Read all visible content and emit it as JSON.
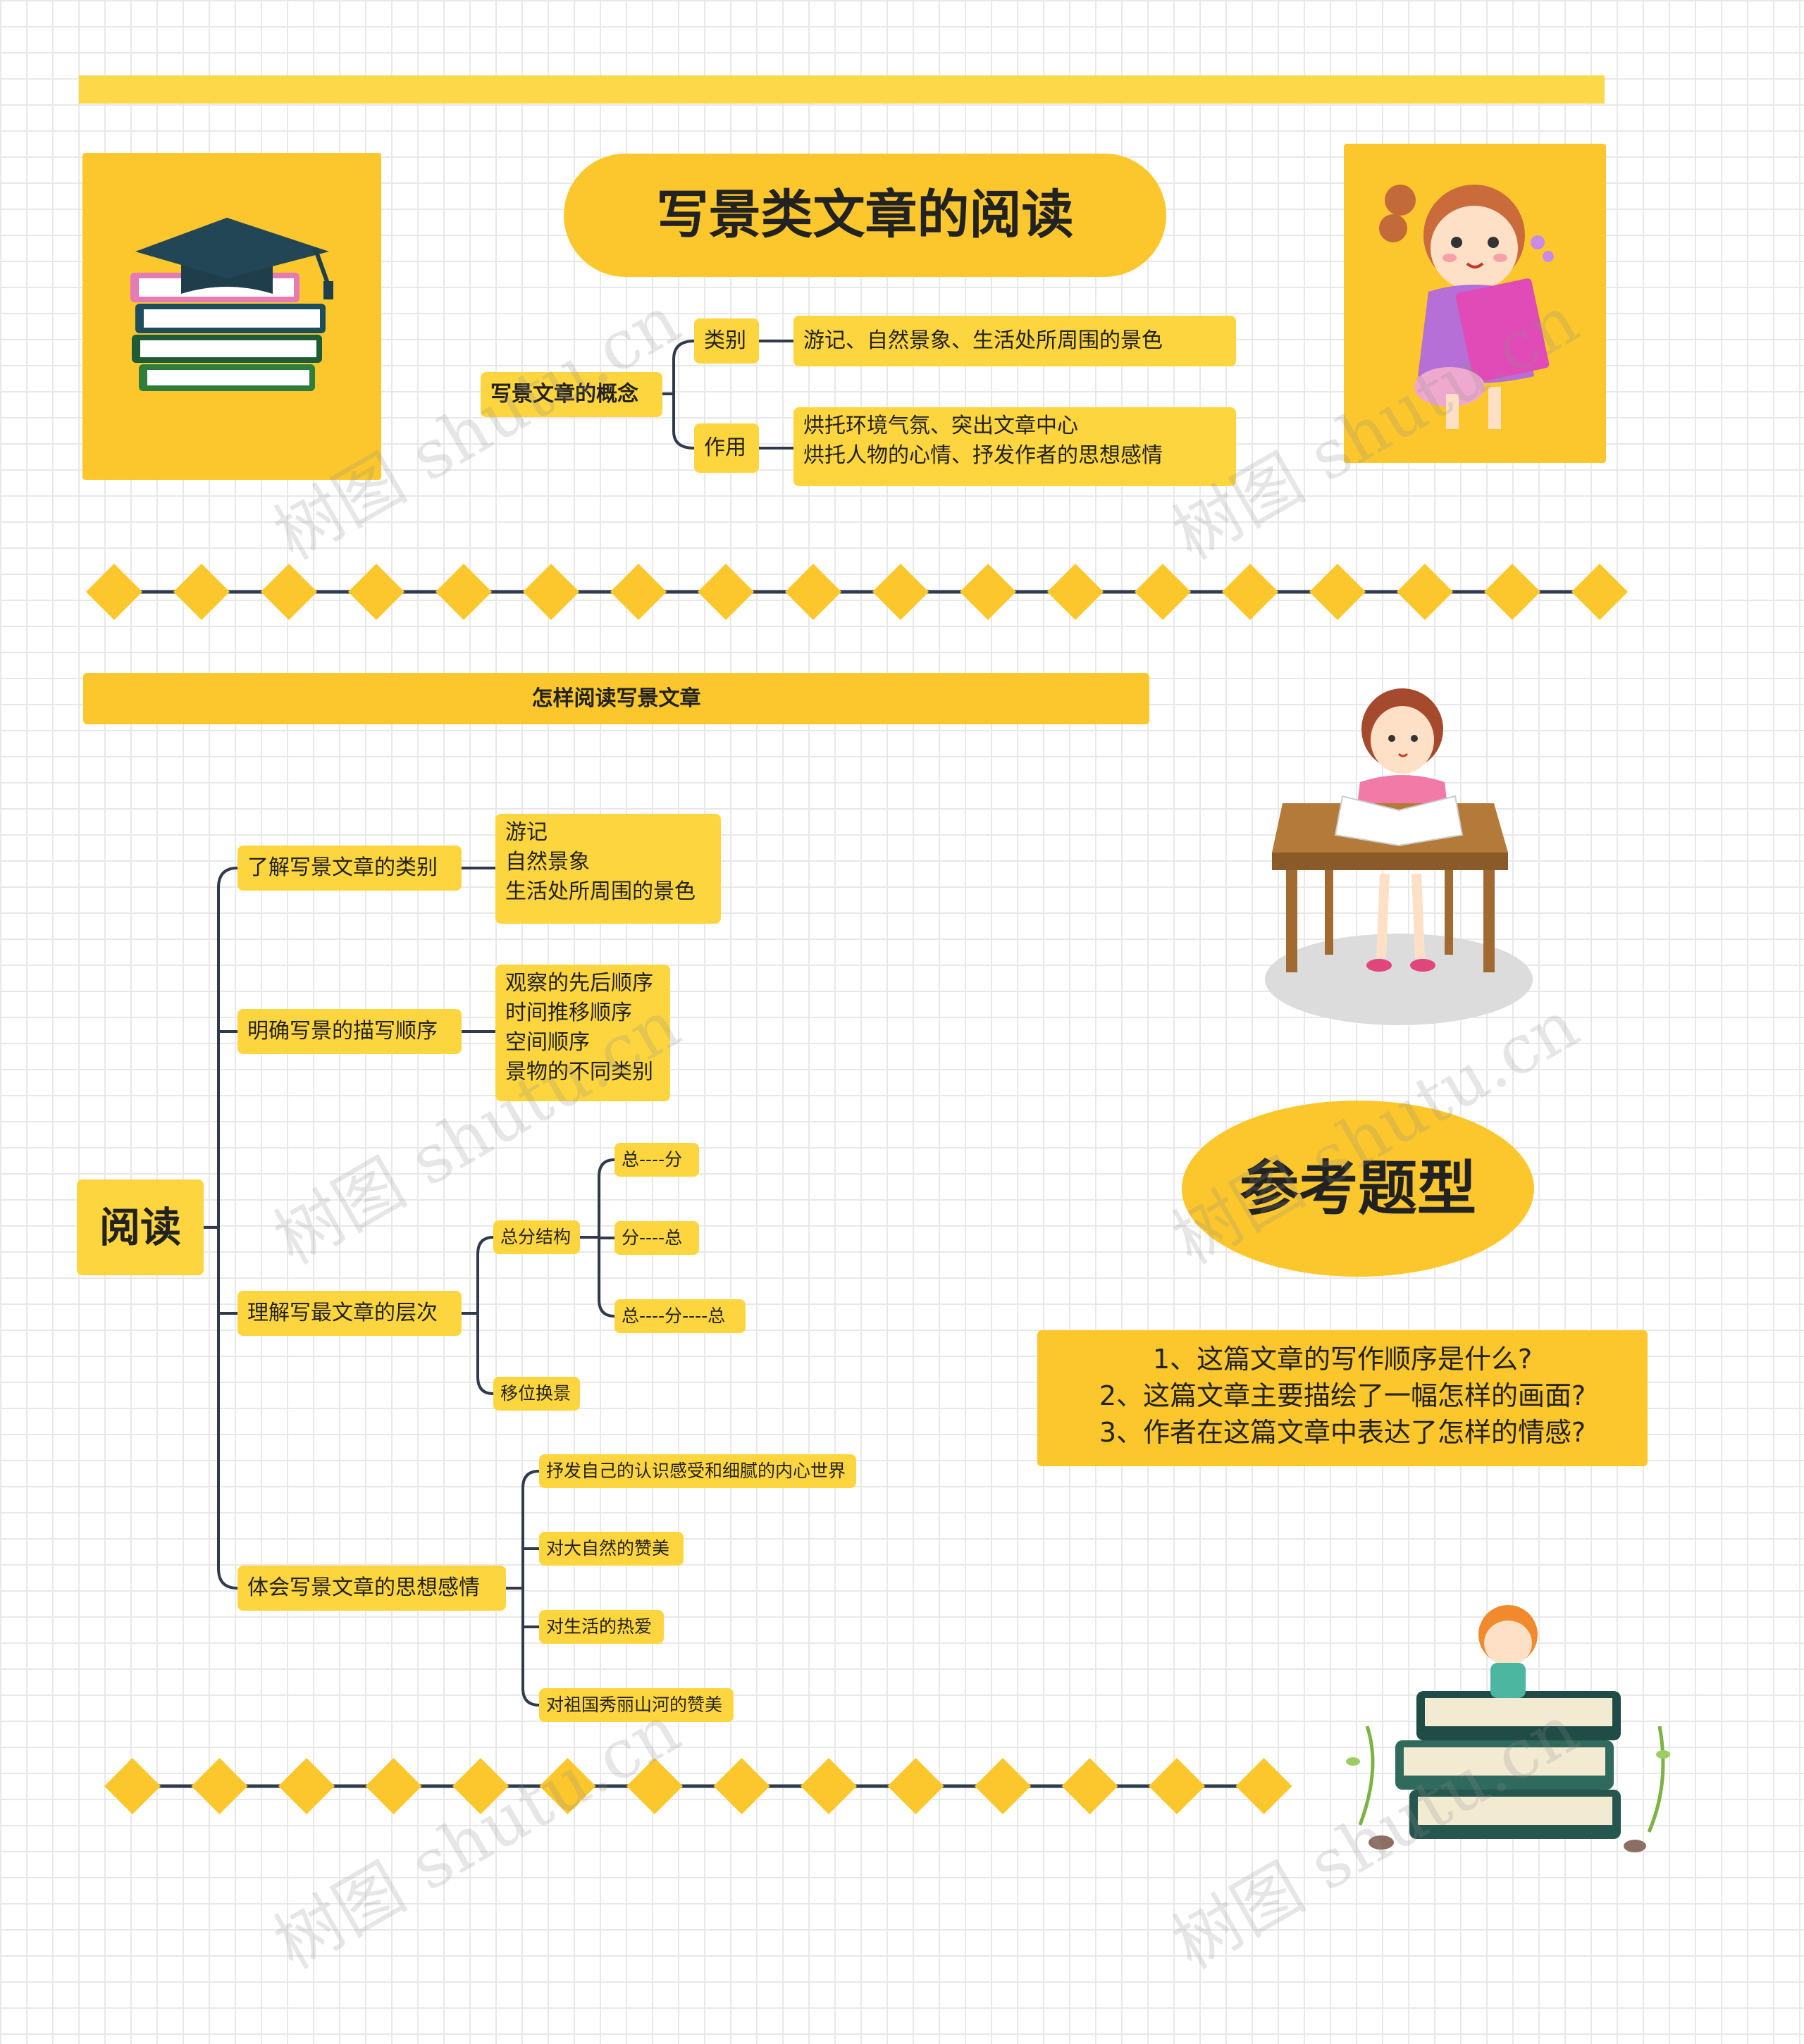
{
  "title": "写景类文章的阅读",
  "concept": {
    "root": "写景文章的概念",
    "branches": [
      {
        "label": "类别",
        "detail": "游记、自然景象、生活处所周围的景色"
      },
      {
        "label": "作用",
        "detail": "烘托环境气氛、突出文章中心\n烘托人物的心情、抒发作者的思想感情"
      }
    ]
  },
  "section_header": "怎样阅读写景文章",
  "reading": {
    "root": "阅读",
    "items": [
      {
        "label": "了解写景文章的类别",
        "detail": "游记\n自然景象\n生活处所周围的景色"
      },
      {
        "label": "明确写景的描写顺序",
        "detail": "观察的先后顺序\n时间推移顺序\n空间顺序\n景物的不同类别"
      },
      {
        "label": "理解写最文章的层次",
        "sub": [
          {
            "label": "总分结构",
            "leaves": [
              "总----分",
              "分----总",
              "总----分----总"
            ]
          },
          {
            "label": "移位换景"
          }
        ]
      },
      {
        "label": "体会写景文章的思想感情",
        "leaves": [
          "抒发自己的认识感受和细腻的内心世界",
          "对大自然的赞美",
          "对生活的热爱",
          "对祖国秀丽山河的赞美"
        ]
      }
    ]
  },
  "reference": {
    "title": "参考题型",
    "questions": "1、这篇文章的写作顺序是什么?\n2、这篇文章主要描绘了一幅怎样的画面?\n3、作者在这篇文章中表达了怎样的情感?"
  },
  "watermark": "树图 shutu.cn",
  "colors": {
    "accent": "#fcc72c",
    "node": "#fdd53f",
    "line": "#2f3b4c"
  }
}
